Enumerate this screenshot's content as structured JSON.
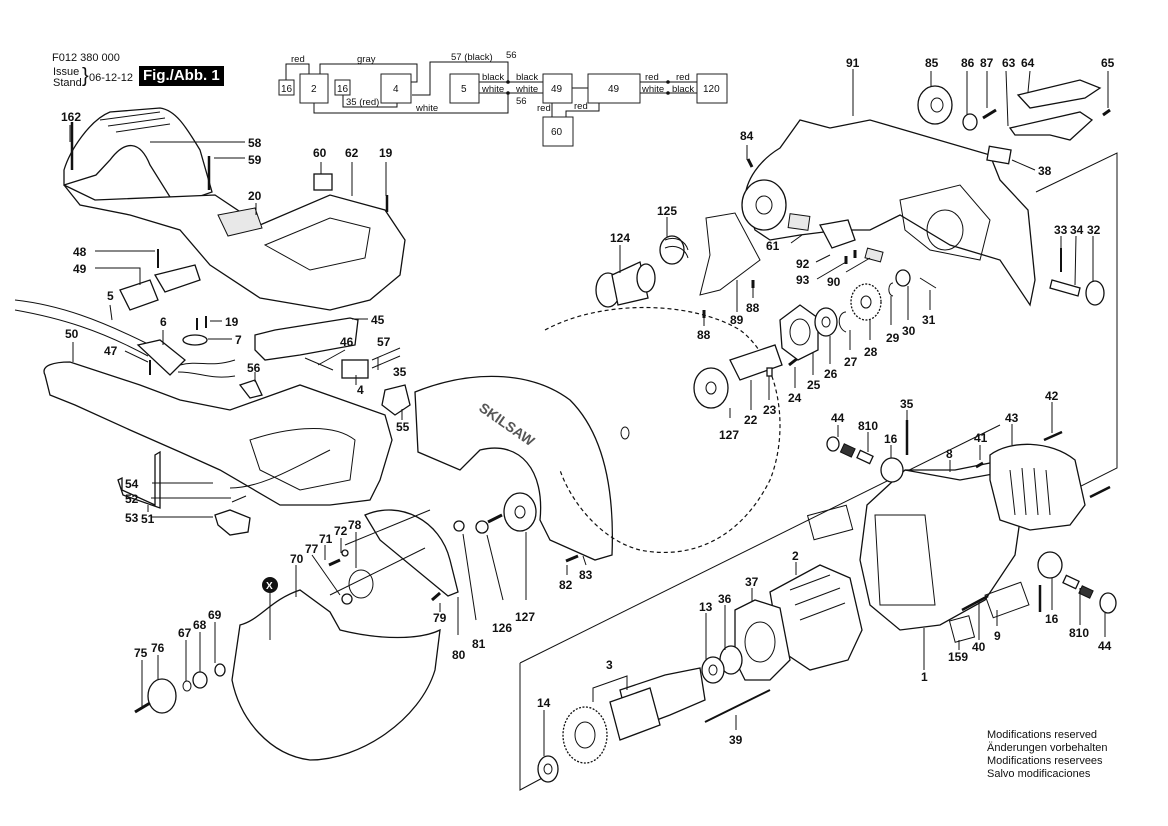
{
  "header": {
    "part_number": "F012 380 000",
    "issue_label_en": "Issue",
    "issue_label_de": "Stand",
    "issue_date": "06-12-12",
    "figure_label": "Fig./Abb. 1"
  },
  "wiring": {
    "boxes": [
      {
        "id": "16a",
        "label": "16"
      },
      {
        "id": "2",
        "label": "2"
      },
      {
        "id": "16b",
        "label": "16"
      },
      {
        "id": "4",
        "label": "4"
      },
      {
        "id": "5",
        "label": "5"
      },
      {
        "id": "49a",
        "label": "49"
      },
      {
        "id": "49b",
        "label": "49"
      },
      {
        "id": "120",
        "label": "120"
      },
      {
        "id": "60",
        "label": "60"
      }
    ],
    "wire_labels": {
      "red_16_2": "red",
      "gray": "gray",
      "black57": "57 (black)",
      "n56_top": "56",
      "red35": "35 (red)",
      "white_bottom": "white",
      "black_5": "black",
      "white_5": "white",
      "black_49": "black",
      "white_49": "white",
      "n56_bottom": "56",
      "red_49a_60": "red",
      "red_49b_60": "red",
      "red_out": "red",
      "red_in": "red",
      "white_out": "white",
      "black_in": "black"
    }
  },
  "callouts": {
    "c162": "162",
    "c58": "58",
    "c59": "59",
    "c60": "60",
    "c62": "62",
    "c19a": "19",
    "c20": "20",
    "c48": "48",
    "c49": "49",
    "c5": "5",
    "c6": "6",
    "c19b": "19",
    "c7": "7",
    "c45": "45",
    "c50": "50",
    "c47": "47",
    "c46": "46",
    "c57": "57",
    "c35a": "35",
    "c4": "4",
    "c56": "56",
    "c55": "55",
    "c54": "54",
    "c52": "52",
    "c53": "53",
    "c51": "51",
    "cX": "X",
    "c70": "70",
    "c77": "77",
    "c71": "71",
    "c72": "72",
    "c78": "78",
    "c79": "79",
    "c80": "80",
    "c81": "81",
    "c126": "126",
    "c127a": "127",
    "c82": "82",
    "c83": "83",
    "c75": "75",
    "c76": "76",
    "c67": "67",
    "c68": "68",
    "c69": "69",
    "c124": "124",
    "c125": "125",
    "c88a": "88",
    "c88b": "88",
    "c89": "89",
    "c127b": "127",
    "c22": "22",
    "c23": "23",
    "c24": "24",
    "c25": "25",
    "c26": "26",
    "c27": "27",
    "c28": "28",
    "c29": "29",
    "c30": "30",
    "c31": "31",
    "c91": "91",
    "c84": "84",
    "c61": "61",
    "c92": "92",
    "c93": "93",
    "c90": "90",
    "c85": "85",
    "c86": "86",
    "c87": "87",
    "c63": "63",
    "c64": "64",
    "c65": "65",
    "c38": "38",
    "c33": "33",
    "c34": "34",
    "c32": "32",
    "c44a": "44",
    "c810a": "810",
    "c16a": "16",
    "c35b": "35",
    "c8": "8",
    "c41": "41",
    "c43": "43",
    "c42": "42",
    "c1": "1",
    "c159": "159",
    "c40": "40",
    "c9": "9",
    "c16b": "16",
    "c810b": "810",
    "c44b": "44",
    "c2": "2",
    "c37": "37",
    "c36": "36",
    "c13": "13",
    "c3": "3",
    "c14": "14",
    "c39": "39"
  },
  "blade_guard_brand": "SKILSAW",
  "notes": [
    "Modifications reserved",
    "Änderungen vorbehalten",
    "Modifications reservees",
    "Salvo modificaciones"
  ]
}
